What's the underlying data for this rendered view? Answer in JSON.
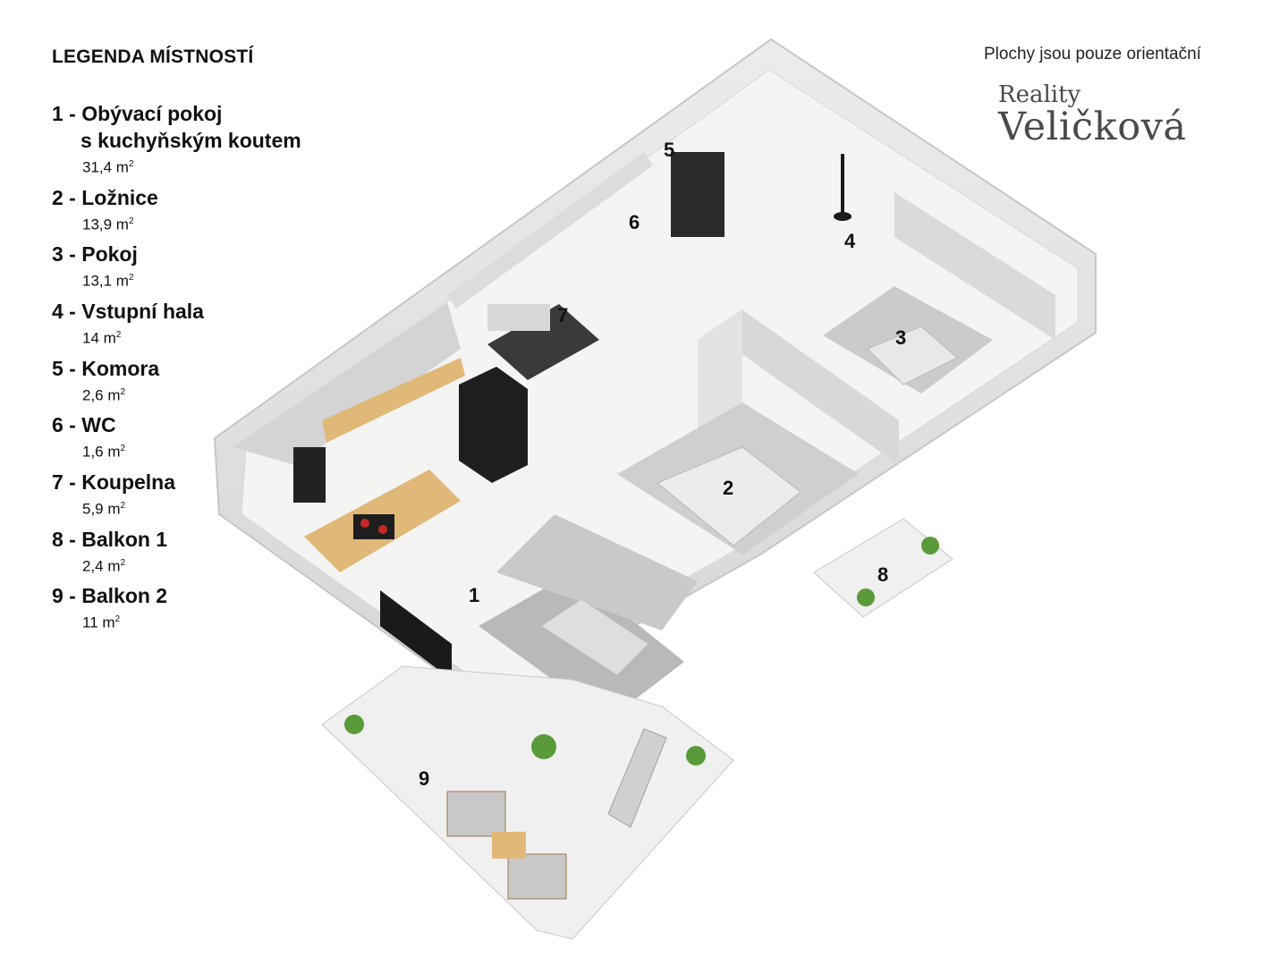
{
  "legend": {
    "title": "LEGENDA MÍSTNOSTÍ",
    "rooms": [
      {
        "label": "1 - Obývací pokoj",
        "label2": "s kuchyňským koutem",
        "area": "31,4 m",
        "unit_sup": "2"
      },
      {
        "label": "2 - Ložnice",
        "area": "13,9 m",
        "unit_sup": "2"
      },
      {
        "label": "3 - Pokoj",
        "area": "13,1 m",
        "unit_sup": "2"
      },
      {
        "label": "4 - Vstupní hala",
        "area": "14 m",
        "unit_sup": "2"
      },
      {
        "label": "5 - Komora",
        "area": "2,6 m",
        "unit_sup": "2"
      },
      {
        "label": "6 - WC",
        "area": "1,6 m",
        "unit_sup": "2"
      },
      {
        "label": "7 - Koupelna",
        "area": "5,9 m",
        "unit_sup": "2"
      },
      {
        "label": "8 - Balkon 1",
        "area": "2,4 m",
        "unit_sup": "2"
      },
      {
        "label": "9 - Balkon 2",
        "area": "11 m",
        "unit_sup": "2"
      }
    ]
  },
  "header": {
    "disclaimer": "Plochy jsou pouze orientační",
    "brand_top": "Reality",
    "brand_main": "Veličková"
  },
  "plan": {
    "room_numbers": [
      "1",
      "2",
      "3",
      "4",
      "5",
      "6",
      "7",
      "8",
      "9"
    ],
    "colors": {
      "wall": "#e3e3e3",
      "wall_dark": "#cfcfcf",
      "floor": "#f4f4f2",
      "carpet_floor": "#b9b9b9",
      "wood": "#e0b878",
      "sofa": "#c9c9c9",
      "appliance": "#1e1e1e",
      "plant": "#5a9a3a"
    }
  }
}
